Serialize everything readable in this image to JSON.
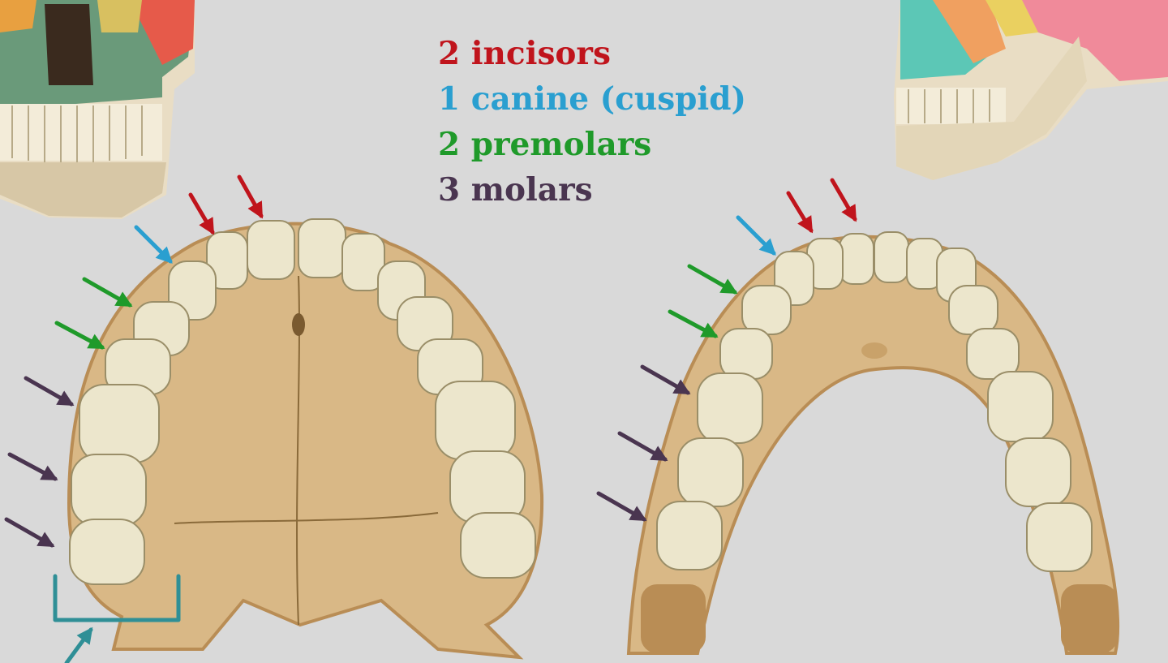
{
  "legend": {
    "items": [
      {
        "text": "2 incisors",
        "color": "#c0141c"
      },
      {
        "text": "1 canine (cuspid)",
        "color": "#2a9fd0"
      },
      {
        "text": "2 premolars",
        "color": "#1f9a2a"
      },
      {
        "text": "3 molars",
        "color": "#4a3550"
      }
    ]
  },
  "colors": {
    "background": "#d9d9d9",
    "bone": "#d9b886",
    "bone_dark": "#b98d55",
    "tooth": "#ece6cc",
    "tooth_edge": "#9a8e68",
    "incisor_arrow": "#c0141c",
    "canine_arrow": "#2a9fd0",
    "premolar_arrow": "#1f9a2a",
    "molar_arrow": "#4a3550",
    "bracket": "#2f8f96"
  },
  "icons": {
    "skull_front": "skull-front-icon",
    "skull_side": "skull-side-icon",
    "maxilla": "maxilla-icon",
    "mandible": "mandible-icon"
  }
}
